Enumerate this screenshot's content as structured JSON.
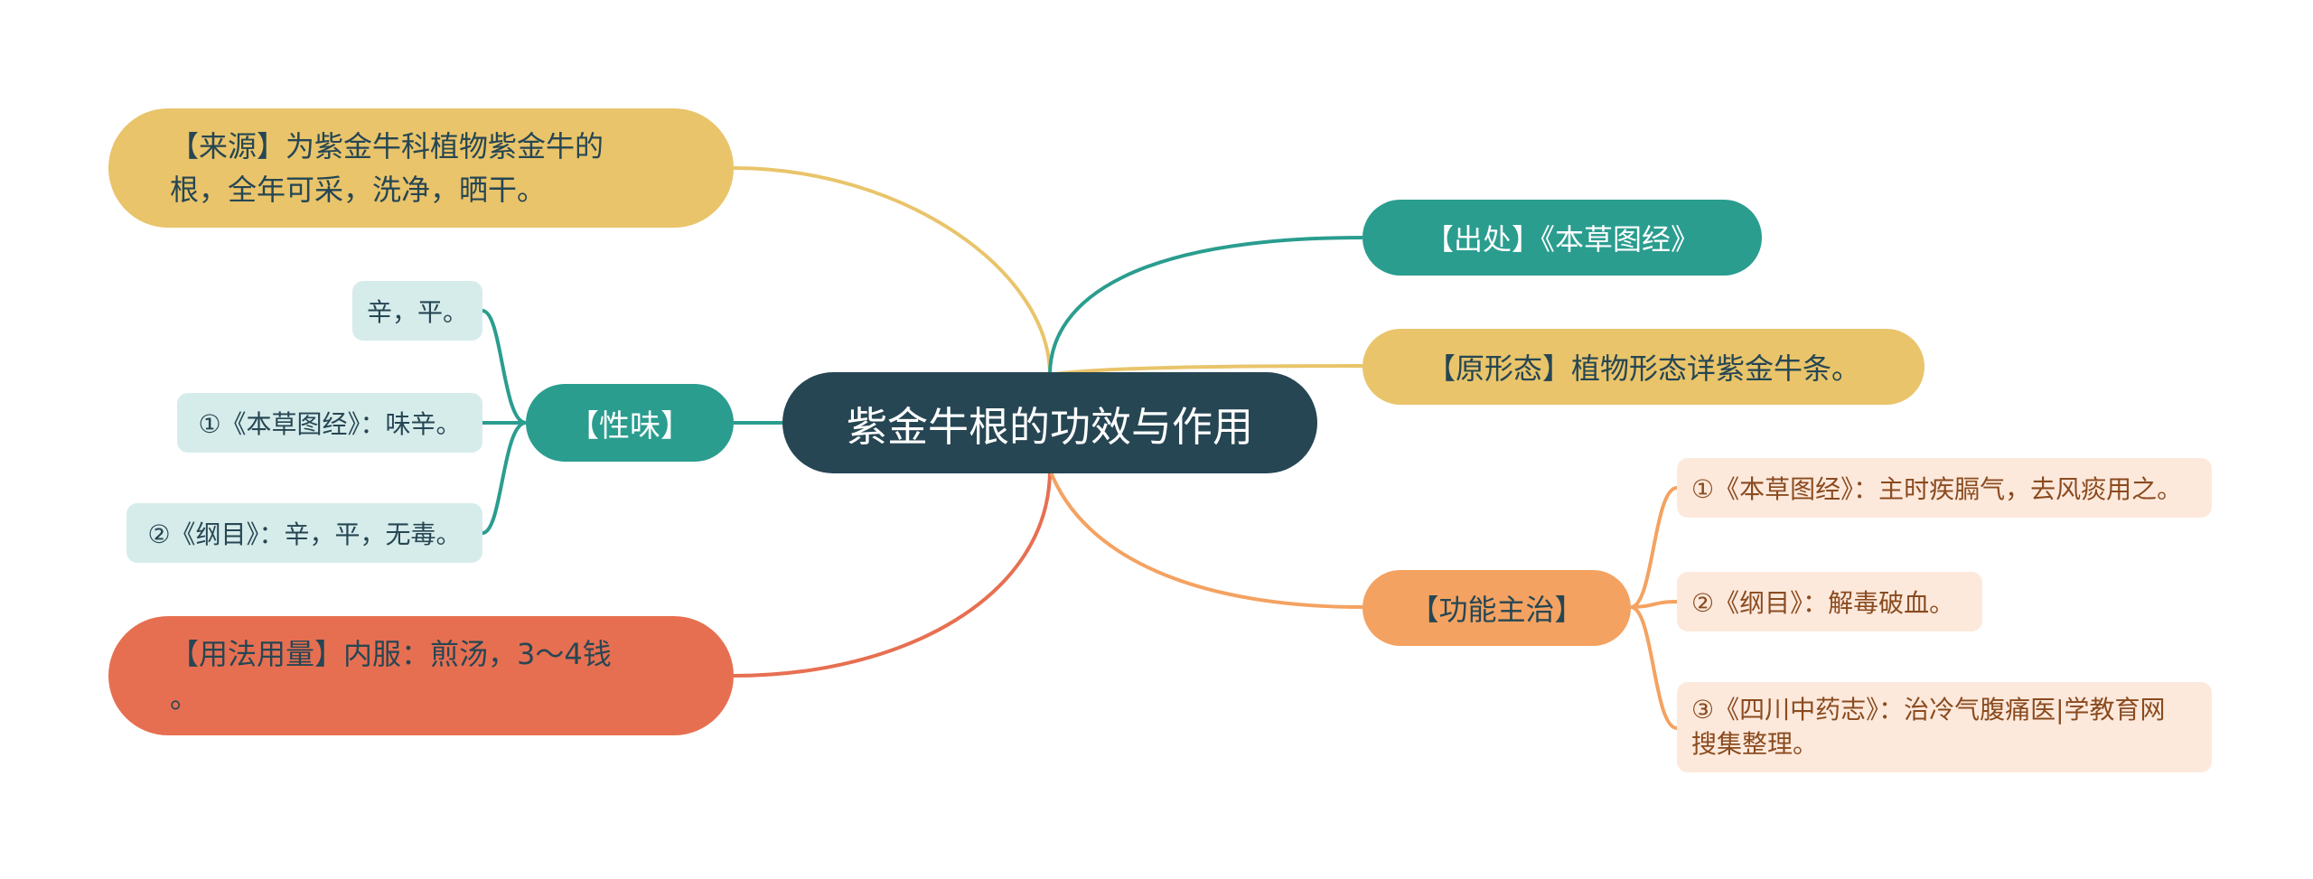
{
  "colors": {
    "root": "#264653",
    "yellow": "#e9c46a",
    "teal": "#2a9d8f",
    "orange": "#f4a261",
    "red": "#e76f51",
    "leaf_teal_bg": "#d6eceb",
    "leaf_orange_bg": "#fde9dc"
  },
  "root": {
    "label": "紫金牛根的功效与作用"
  },
  "left": {
    "source": "【来源】为紫金牛科植物紫金牛的\n根，全年可采，洗净，晒干。",
    "property": {
      "label": "【性味】",
      "items": [
        "辛，平。",
        "①《本草图经》：味辛。",
        "②《纲目》：辛，平，无毒。"
      ]
    },
    "usage": "【用法用量】内服：煎汤，3～4钱\n。"
  },
  "right": {
    "origin": "【出处】《本草图经》",
    "morphology": "【原形态】植物形态详紫金牛条。",
    "function": {
      "label": "【功能主治】",
      "items": [
        "①《本草图经》：主时疾膈气，去风痰用之。",
        "②《纲目》：解毒破血。",
        "③《四川中药志》：治冷气腹痛医|学教育网\n搜集整理。"
      ]
    }
  }
}
